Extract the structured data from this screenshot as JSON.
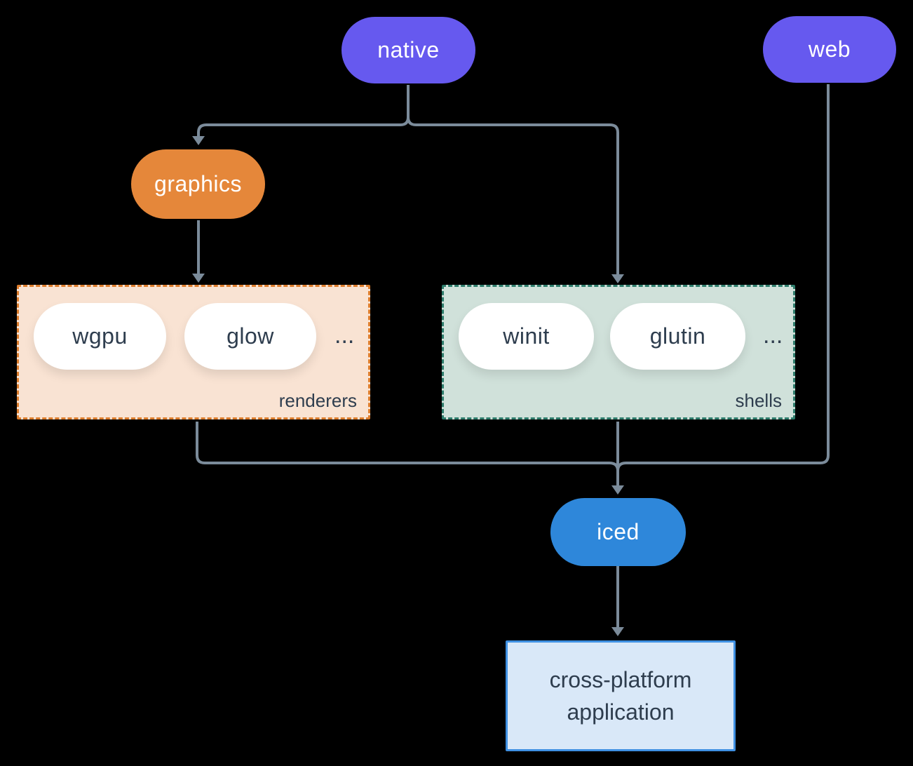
{
  "nodes": {
    "native": {
      "label": "native"
    },
    "web": {
      "label": "web"
    },
    "graphics": {
      "label": "graphics"
    },
    "iced": {
      "label": "iced"
    },
    "application": {
      "label": "cross-platform application"
    }
  },
  "groups": {
    "renderers": {
      "label": "renderers",
      "items": [
        {
          "label": "wgpu"
        },
        {
          "label": "glow"
        }
      ],
      "ellipsis": "..."
    },
    "shells": {
      "label": "shells",
      "items": [
        {
          "label": "winit"
        },
        {
          "label": "glutin"
        }
      ],
      "ellipsis": "..."
    }
  },
  "edges": [
    {
      "from": "native",
      "to": "graphics"
    },
    {
      "from": "native",
      "to": "shells-group"
    },
    {
      "from": "graphics",
      "to": "renderers-group"
    },
    {
      "from": "renderers-group",
      "to": "iced"
    },
    {
      "from": "shells-group",
      "to": "iced"
    },
    {
      "from": "web",
      "to": "iced"
    },
    {
      "from": "iced",
      "to": "application"
    }
  ],
  "colors": {
    "background": "#000000",
    "platform_node": "#6659ef",
    "graphics_node": "#e5873a",
    "iced_node": "#2e87da",
    "renderers_group_bg": "#f9e3d3",
    "renderers_group_border": "#dd7d2c",
    "shells_group_bg": "#d0e1da",
    "shells_group_border": "#2e7d6c",
    "application_bg": "#d9e8f8",
    "application_border": "#3f90e2",
    "edge_line": "#7b8b9a",
    "dark_text": "#2e3d4e",
    "light_text": "#ffffff"
  }
}
